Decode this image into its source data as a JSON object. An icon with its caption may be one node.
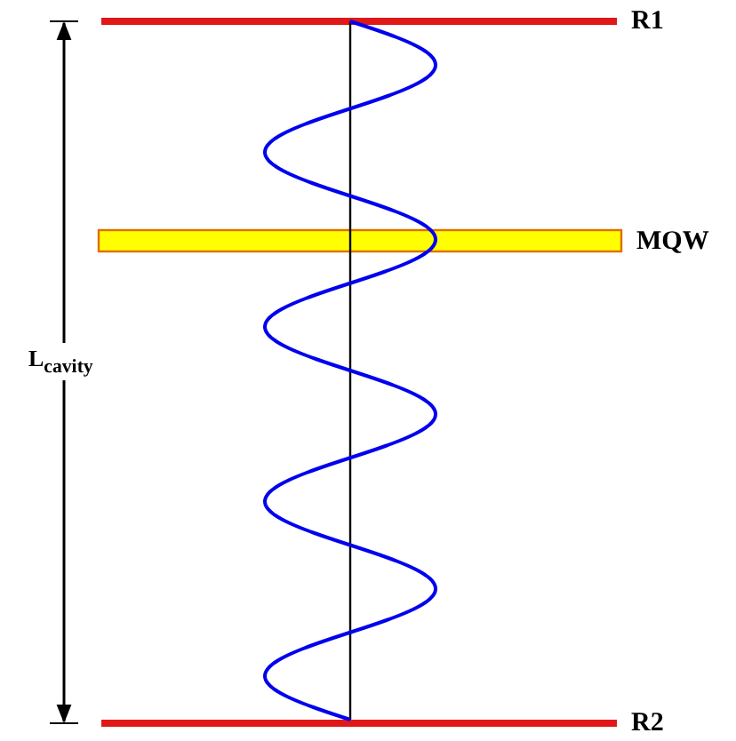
{
  "diagram": {
    "labels": [
      "R1",
      "MQW",
      "L$_{cavity}$",
      "R2"
    ]
  }
}
